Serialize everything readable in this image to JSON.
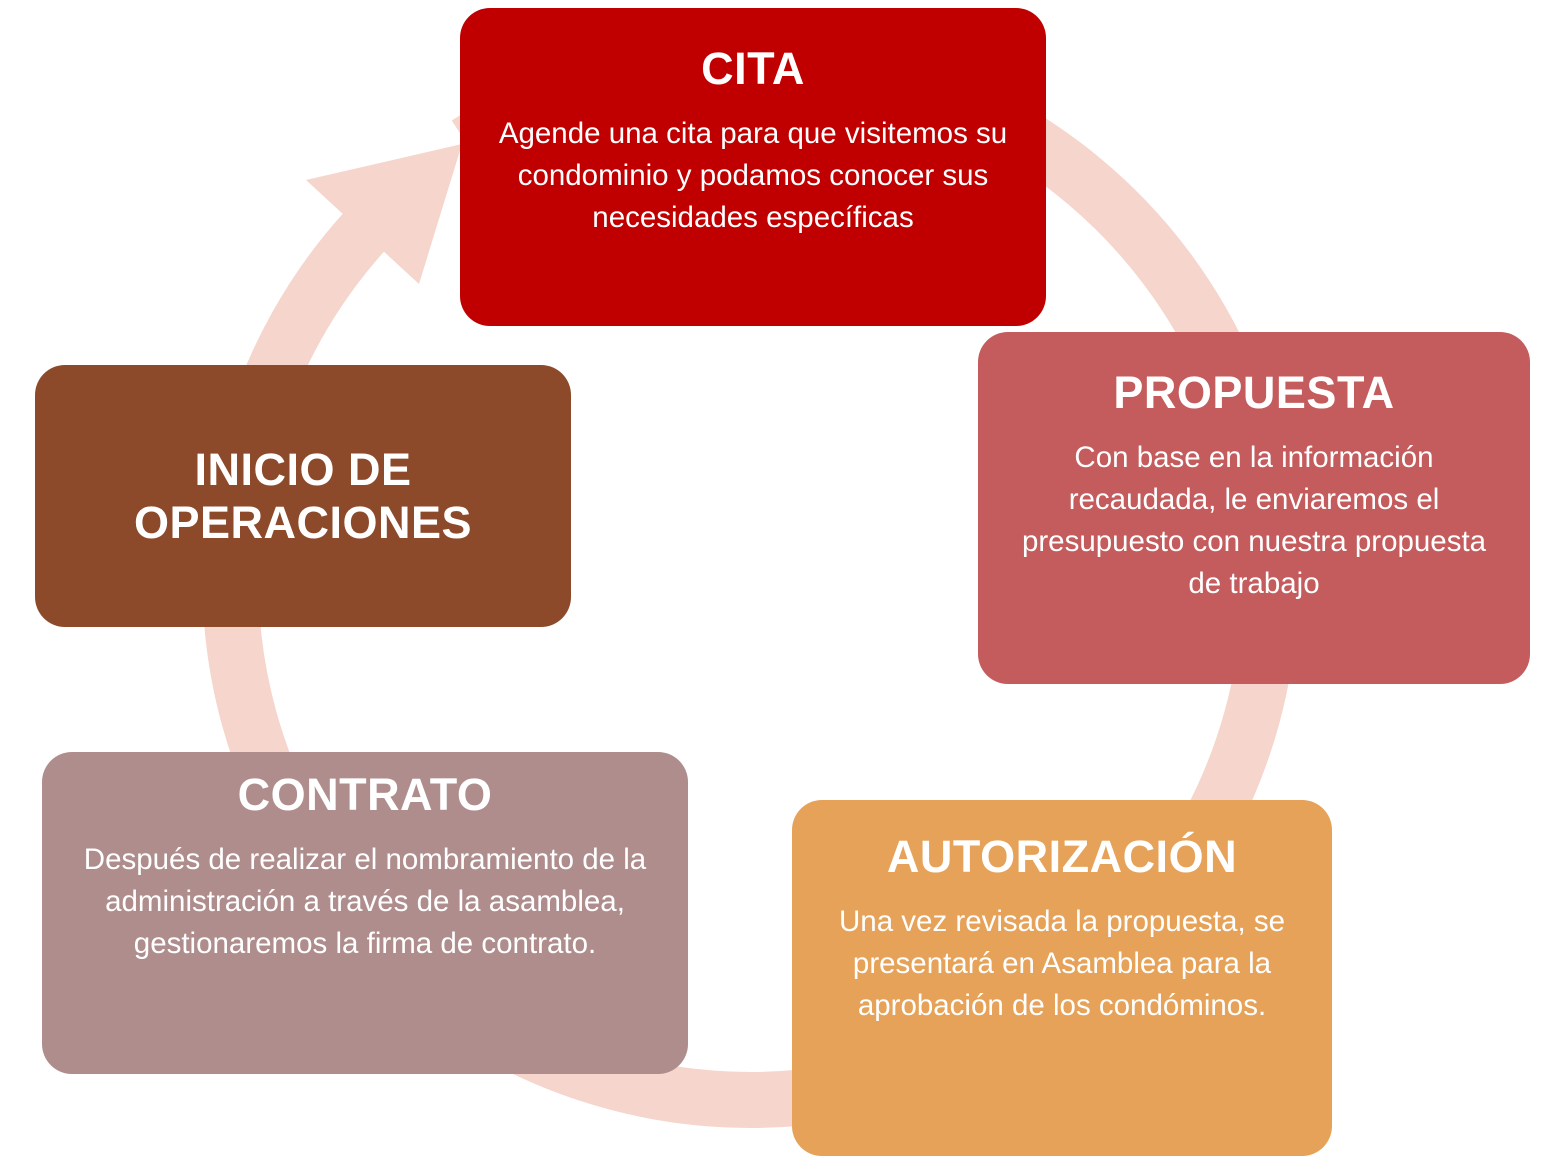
{
  "diagram": {
    "type": "cycle",
    "arrow_color": "#F5D5CC",
    "text_color": "#FFFFFF",
    "steps": [
      {
        "id": "cita",
        "title": "CITA",
        "body": "Agende una cita para que visitemos su condominio y podamos conocer sus necesidades específicas",
        "color": "#C00000"
      },
      {
        "id": "propuesta",
        "title": "PROPUESTA",
        "body": "Con base en la información recaudada, le enviaremos el presupuesto con nuestra propuesta de trabajo",
        "color": "#C45B5C"
      },
      {
        "id": "autorizacion",
        "title": "AUTORIZACIÓN",
        "body": "Una vez revisada la propuesta, se presentará en Asamblea para la aprobación de los condóminos.",
        "color": "#E5A258"
      },
      {
        "id": "contrato",
        "title": "CONTRATO",
        "body": "Después de realizar el nombramiento de la administración a través de la asamblea, gestionaremos la firma de contrato.",
        "color": "#AF8D8D"
      },
      {
        "id": "inicio_operaciones",
        "title": "INICIO DE OPERACIONES",
        "body": "",
        "color": "#8C4A2B"
      }
    ]
  }
}
